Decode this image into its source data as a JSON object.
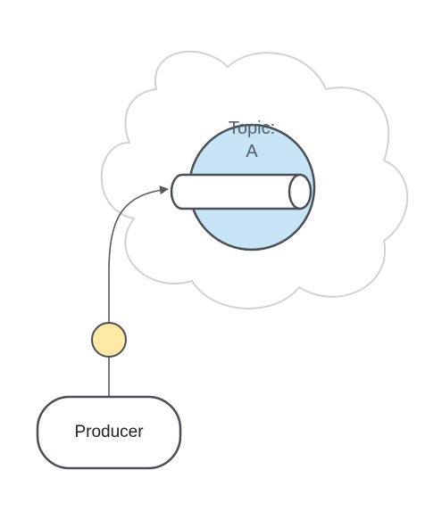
{
  "topic": {
    "label_line1": "Topic:",
    "label_line2": "A"
  },
  "producer": {
    "label": "Producer"
  },
  "colors": {
    "cloud_stroke": "#d2d2d2",
    "topic_fill": "#c6e4f6",
    "topic_stroke": "#4a4f55",
    "message_fill": "#fde9a4",
    "line": "#55595e"
  }
}
